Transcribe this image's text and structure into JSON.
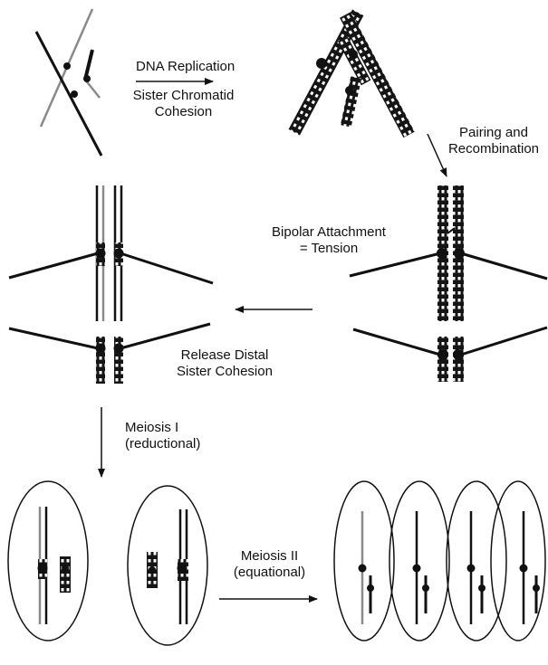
{
  "labels": {
    "dna_replication": "DNA Replication",
    "sister_cohesion_1": "Sister Chromatid",
    "sister_cohesion_2": "Cohesion",
    "pairing_1": "Pairing and",
    "pairing_2": "Recombination",
    "bipolar_1": "Bipolar Attachment",
    "bipolar_2": "= Tension",
    "release_1": "Release Distal",
    "release_2": "Sister Cohesion",
    "meiosis1_1": "Meiosis I",
    "meiosis1_2": "(reductional)",
    "meiosis2_1": "Meiosis II",
    "meiosis2_2": "(equational)"
  },
  "colors": {
    "dark": "#111111",
    "gray": "#8a8a8a",
    "background": "#ffffff"
  }
}
